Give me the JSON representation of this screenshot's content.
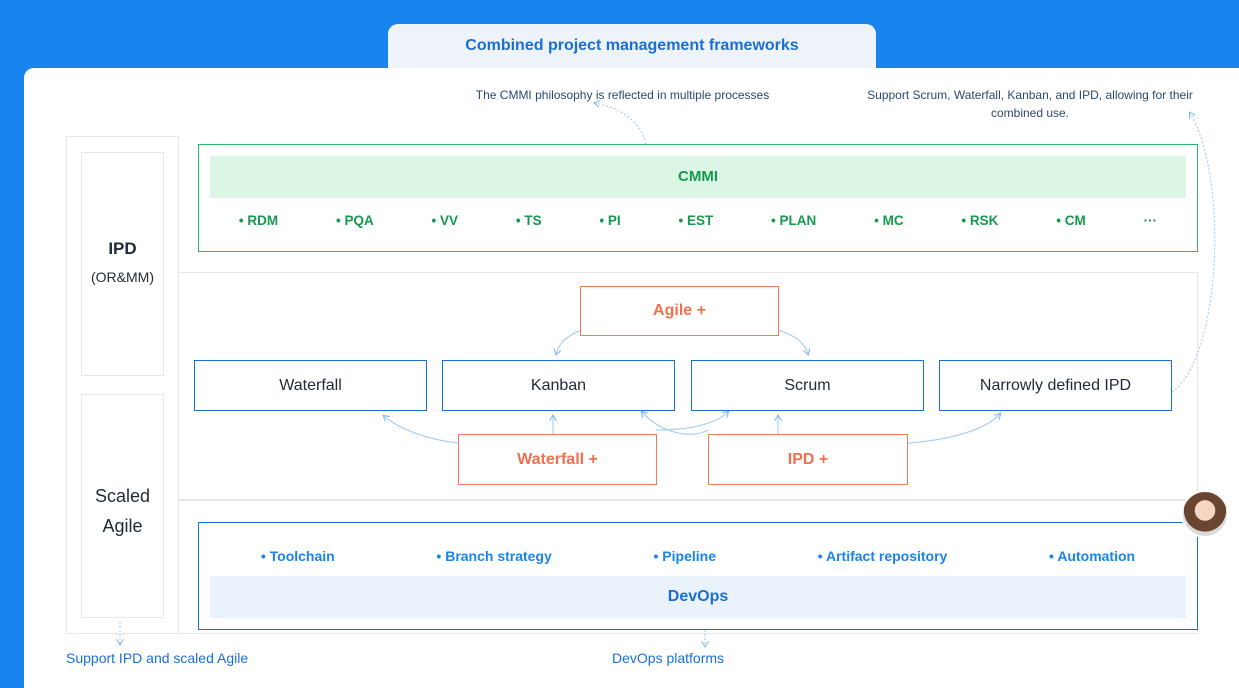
{
  "header": {
    "title": "Combined project management frameworks"
  },
  "notes": {
    "cmmi": "The CMMI philosophy is reflected in multiple processes",
    "support_line1": "Support Scrum, Waterfall, Kanban, and IPD, allowing for their",
    "support_line2": "combined use."
  },
  "side": {
    "ipd_title": "IPD",
    "ipd_sub": "(OR&MM)",
    "scaled_line1": "Scaled",
    "scaled_line2": "Agile"
  },
  "cmmi": {
    "title": "CMMI",
    "items": [
      "• RDM",
      "• PQA",
      "• VV",
      "• TS",
      "• PI",
      "• EST",
      "• PLAN",
      "• MC",
      "• RSK",
      "• CM",
      "···"
    ]
  },
  "frameworks": {
    "agile_plus": "Agile +",
    "waterfall": "Waterfall",
    "kanban": "Kanban",
    "scrum": "Scrum",
    "ipd_narrow": "Narrowly defined IPD",
    "waterfall_plus": "Waterfall +",
    "ipd_plus": "IPD +"
  },
  "devops": {
    "title": "DevOps",
    "items": [
      "• Toolchain",
      "• Branch strategy",
      "• Pipeline",
      "• Artifact repository",
      "• Automation"
    ]
  },
  "footer": {
    "left": "Support IPD and scaled Agile",
    "center": "DevOps platforms"
  },
  "colors": {
    "background": "#1a84ee",
    "cmmi_green": "#159a4d",
    "plus_orange": "#f0714f",
    "framework_blue": "#1a6fd6"
  }
}
